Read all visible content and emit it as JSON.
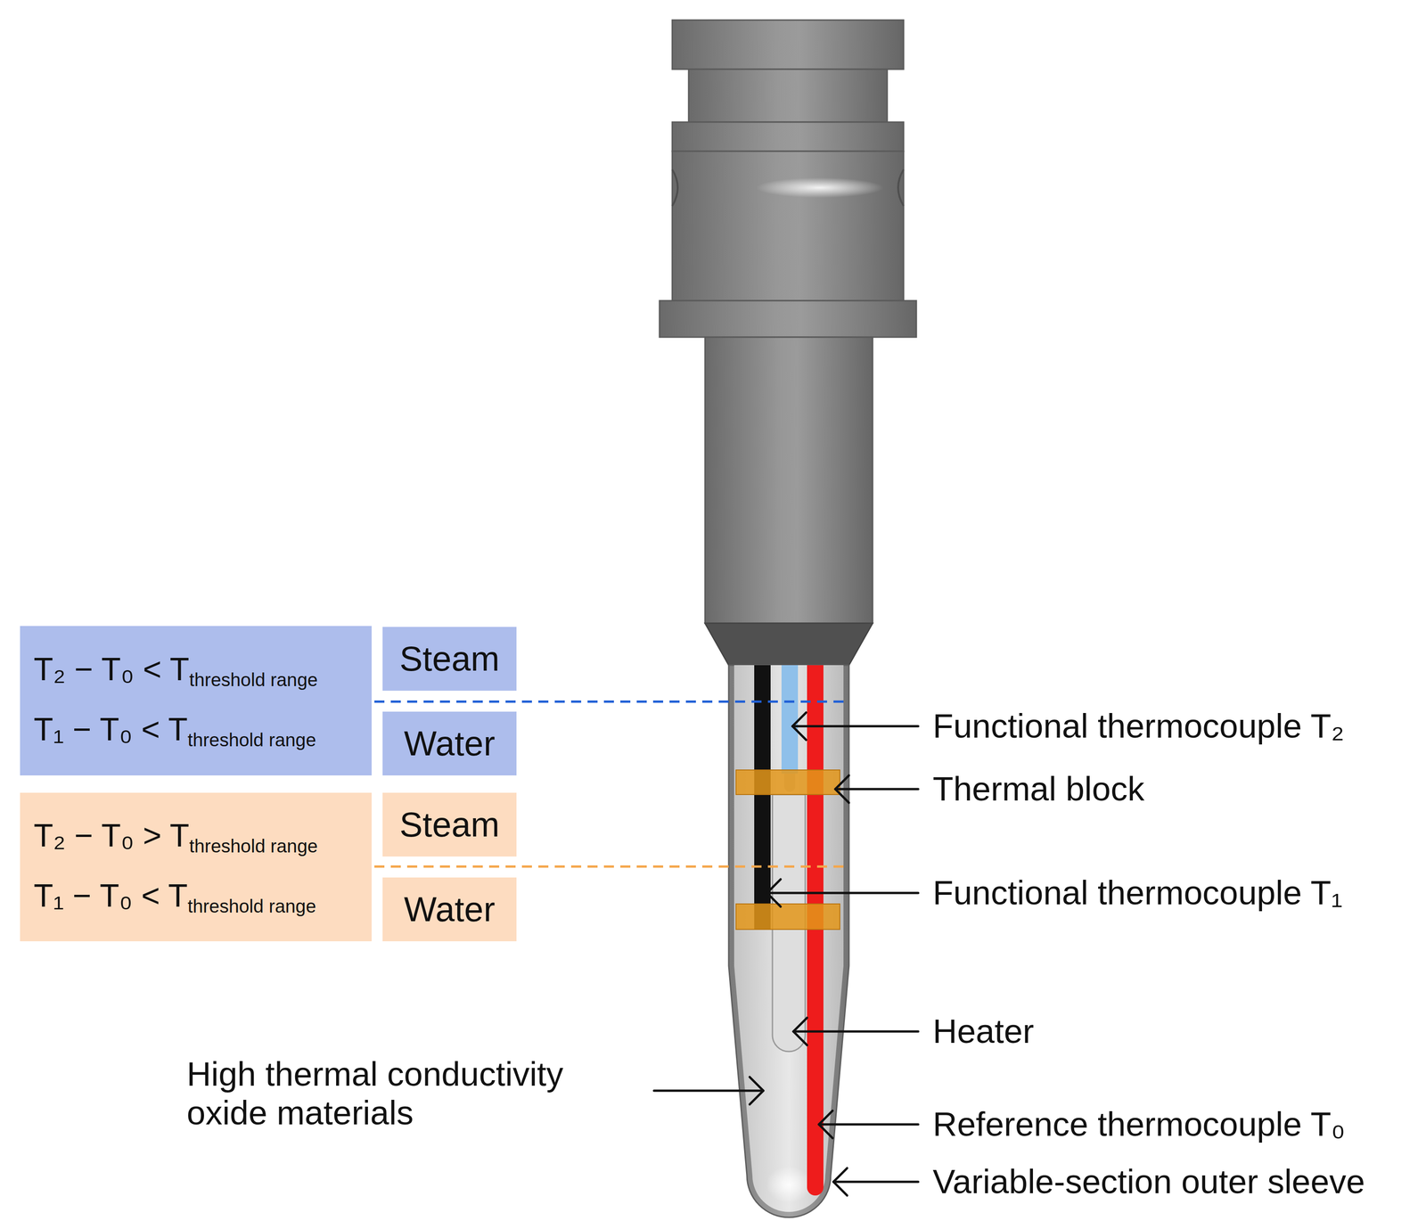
{
  "diagram": {
    "nodes": [
      {
        "text": [
          "T₂ − T₀ < Tthreshold range",
          "T₁ − T₀ < Tthreshold range"
        ]
      },
      {
        "text": [
          "Steam"
        ]
      },
      {
        "text": [
          "Water"
        ]
      },
      {
        "text": [
          "T₂ − T₀ > Tthreshold range",
          "T₁ − T₀ < Tthreshold range"
        ]
      },
      {
        "text": [
          "Steam"
        ]
      },
      {
        "text": [
          "Water"
        ]
      }
    ],
    "labels": [
      "Functional thermocouple T₂",
      "Thermal block",
      "Functional thermocouple T₁",
      "Heater",
      "Reference thermocouple T₀",
      "Variable-section outer sleeve",
      "High thermal conductivity oxide materials"
    ]
  }
}
